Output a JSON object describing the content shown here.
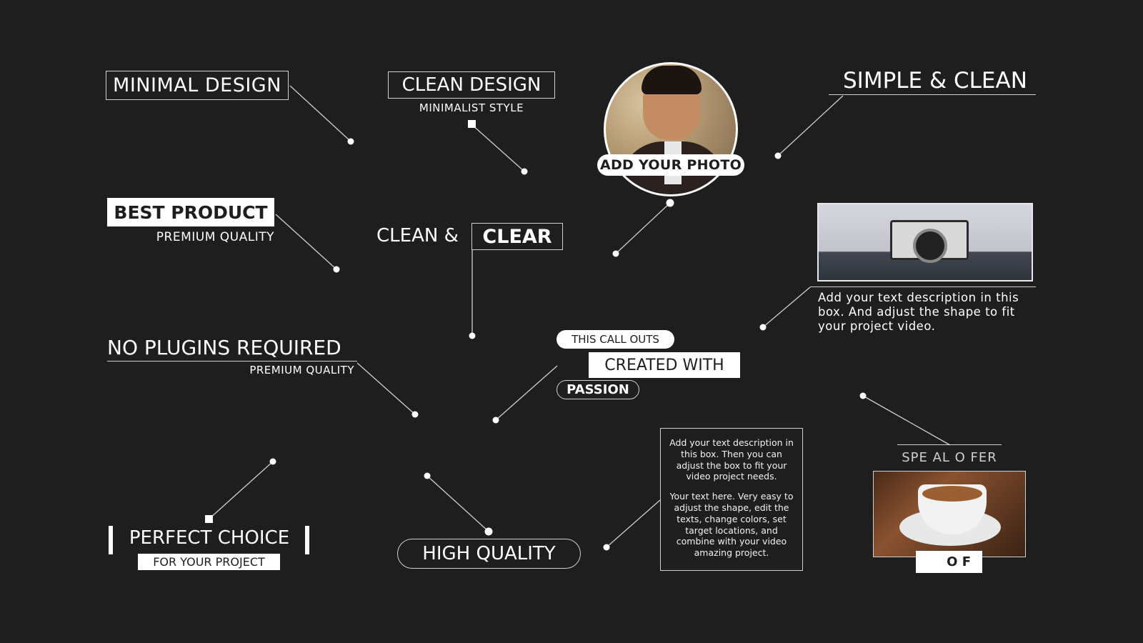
{
  "callouts": {
    "minimal": {
      "label": "MINIMAL DESIGN"
    },
    "clean": {
      "label": "CLEAN DESIGN",
      "sub": "MINIMALIST STYLE"
    },
    "best": {
      "label": "BEST PRODUCT",
      "sub": "PREMIUM QUALITY"
    },
    "clean_clear": {
      "label": "CLEAN &",
      "box": "CLEAR"
    },
    "no_plugins": {
      "label": "NO PLUGINS REQUIRED",
      "sub": "PREMIUM QUALITY"
    },
    "perfect": {
      "label": "PERFECT CHOICE",
      "sub": "FOR YOUR PROJECT"
    },
    "high_quality": {
      "label": "HIGH QUALITY"
    },
    "photo": {
      "badge": "ADD YOUR PHOTO"
    },
    "simple": {
      "label": "SIMPLE & CLEAN"
    },
    "camera": {
      "desc": "Add your text description in this box. And adjust the shape to fit your project video."
    },
    "passion": {
      "line1": "THIS CALL OUTS",
      "line2": "CREATED WITH",
      "line3": "PASSION"
    },
    "desc_box": {
      "p1": "Add your text description in this box. Then you can adjust the box to fit your video project needs.",
      "p2": "Your text here. Very easy to adjust the shape, edit the texts, change colors, set target locations, and combine with your video amazing project."
    },
    "special": {
      "label": "SPE  AL O  FER",
      "offer": "O  F"
    }
  },
  "icons": [
    "camera-photo",
    "coffee-photo",
    "portrait-photo"
  ],
  "colors": {
    "background": "#1e1e1e",
    "foreground": "#ffffff",
    "line": "#cfcfcf"
  }
}
